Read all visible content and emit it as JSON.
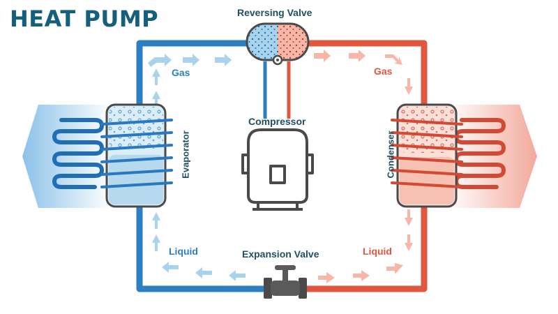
{
  "title": "HEAT PUMP",
  "labels": {
    "reversing_valve": "Reversing Valve",
    "compressor": "Compressor",
    "expansion_valve": "Expansion Valve",
    "evaporator": "Evaporator",
    "condenser": "Condenser",
    "gas_left": "Gas",
    "gas_right": "Gas",
    "liquid_left": "Liquid",
    "liquid_right": "Liquid"
  },
  "colors": {
    "title": "#135f7d",
    "label_dark": "#1f4f63",
    "cold": "#2d7fc4",
    "cold_light": "#a9d3ec",
    "hot": "#e1563f",
    "hot_light": "#f6b6a8",
    "device": "#4a4a4a"
  }
}
